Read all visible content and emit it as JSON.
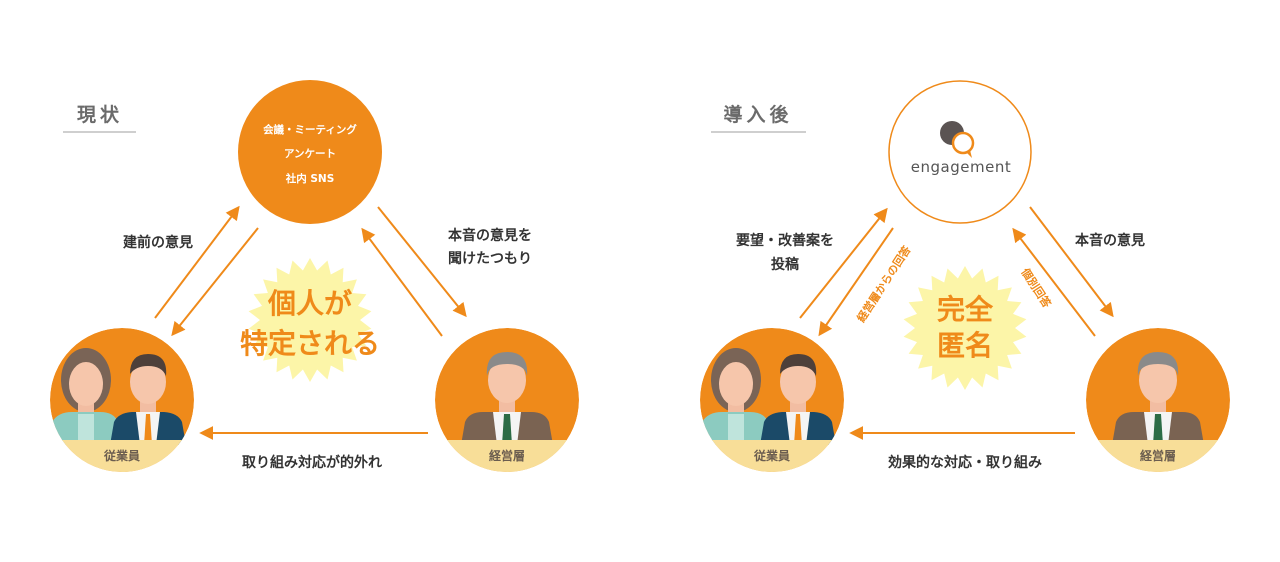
{
  "colors": {
    "orange": "#ef8a1a",
    "band": "#f8de98",
    "burst": "#fcf5a8",
    "title_gray": "#6b6b6b"
  },
  "before": {
    "title": "現状",
    "channel_lines": [
      "会議・ミーティング",
      "アンケート",
      "社内 SNS"
    ],
    "headline_lines": [
      "個人が",
      "特定される"
    ],
    "employees_label": "従業員",
    "executives_label": "経営層",
    "left_arrow_label": "建前の意見",
    "right_arrow_label_lines": [
      "本音の意見を",
      "聞けたつもり"
    ],
    "bottom_arrow_label": "取り組み対応が的外れ"
  },
  "after": {
    "title": "導入後",
    "logo_text": "engagement",
    "headline_lines": [
      "完全",
      "匿名"
    ],
    "employees_label": "従業員",
    "executives_label": "経営層",
    "left_arrow_label_lines": [
      "要望・改善案を",
      "投稿"
    ],
    "left_return_label": "経営層からの回答",
    "right_arrow_label": "本音の意見",
    "right_return_label": "個別回答",
    "bottom_arrow_label": "効果的な対応・取り組み"
  }
}
